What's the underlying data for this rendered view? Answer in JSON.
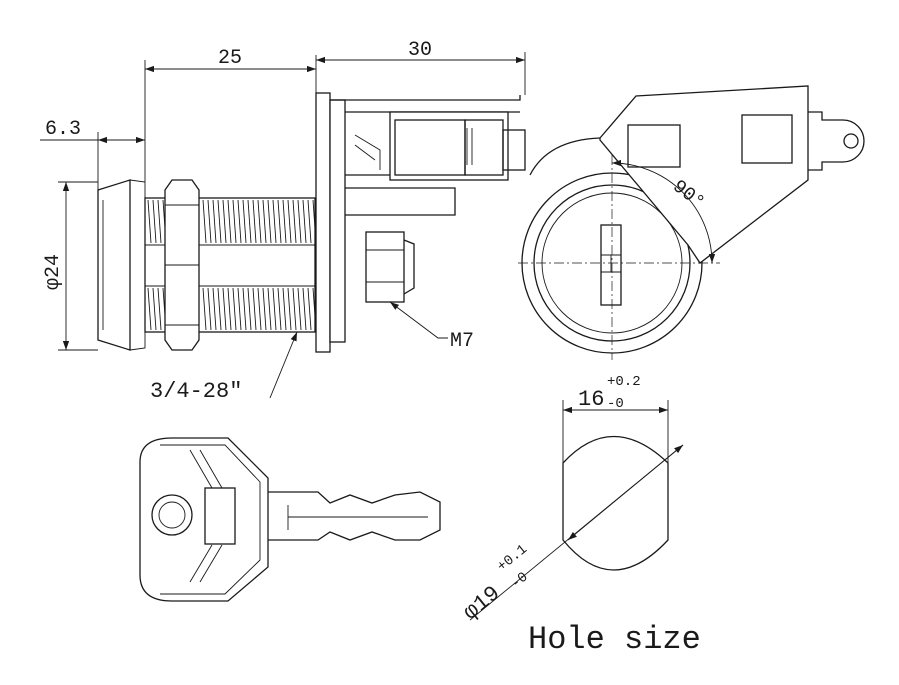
{
  "dimensions": {
    "length_25": "25",
    "length_30": "30",
    "offset_6_3": "6.3",
    "diameter_24": "φ24",
    "nut_thread": "M7",
    "body_thread": "3/4-28″",
    "rotation": "90°"
  },
  "hole": {
    "width_main": "16",
    "width_plus": "+0.2",
    "width_minus": "-0",
    "dia_main": "φ19",
    "dia_plus": "+0.1",
    "dia_minus": "-0",
    "title": "Hole size"
  },
  "colors": {
    "line": "#1a1a1a",
    "background": "#ffffff"
  }
}
